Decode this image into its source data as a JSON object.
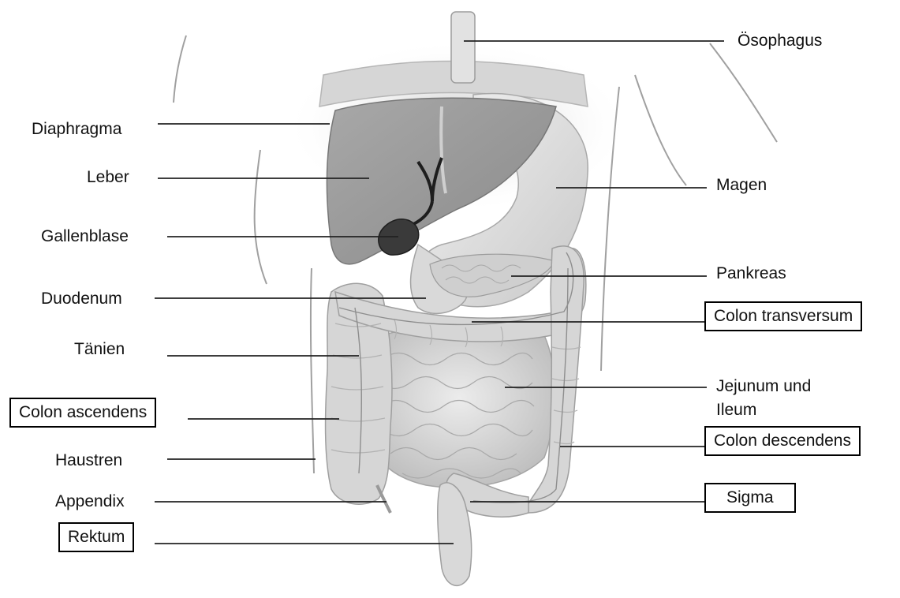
{
  "labels": {
    "oesophagus": "Ösophagus",
    "diaphragma": "Diaphragma",
    "leber": "Leber",
    "gallenblase": "Gallenblase",
    "duodenum": "Duodenum",
    "taenien": "Tänien",
    "colon_ascendens": "Colon ascendens",
    "haustren": "Haustren",
    "appendix": "Appendix",
    "rektum": "Rektum",
    "magen": "Magen",
    "pankreas": "Pankreas",
    "colon_transversum": "Colon transversum",
    "jejunum_line1": "Jejunum und",
    "jejunum_line2": "Ileum",
    "colon_descendens": "Colon descendens",
    "sigma": "Sigma"
  },
  "colors": {
    "organ_fill": "#c9c9c9",
    "liver_fill": "#9a9a9a",
    "gallbladder_fill": "#3a3a3a",
    "stomach_fill": "#dedede",
    "intestine_fill": "#d4d4d4",
    "leader_line": "#222222",
    "body_outline": "#9a9a9a"
  }
}
